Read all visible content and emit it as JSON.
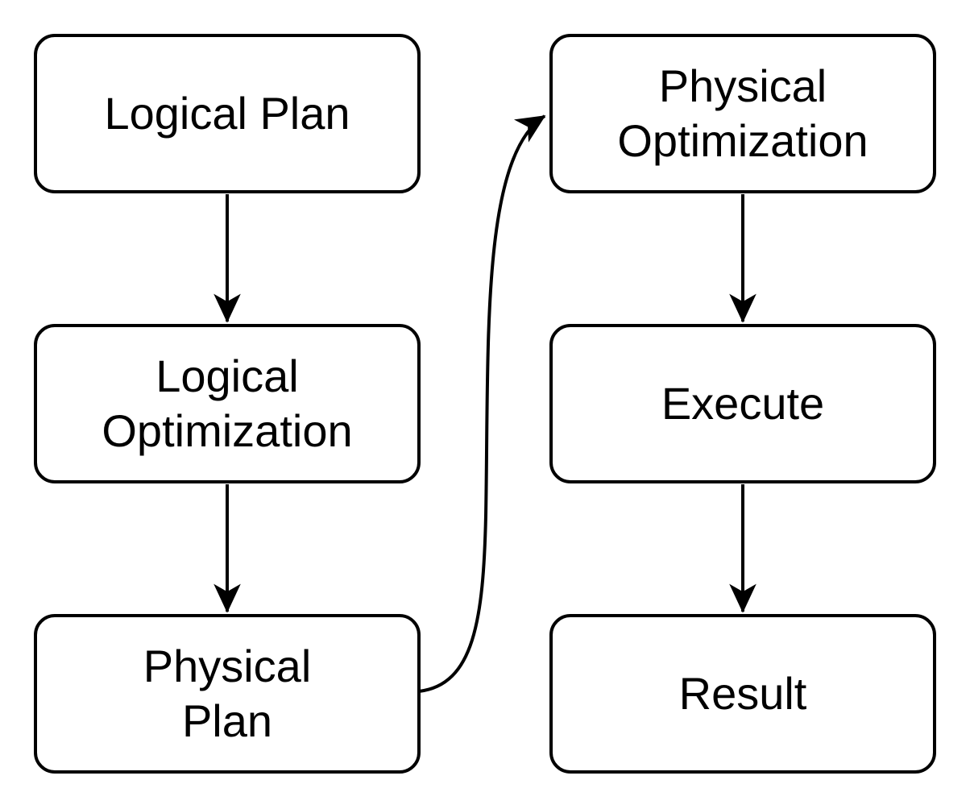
{
  "diagram": {
    "type": "flowchart",
    "background_color": "#ffffff",
    "node_fill_color": "#ffffff",
    "node_stroke_color": "#000000",
    "edge_color": "#000000",
    "text_color": "#000000",
    "nodes": [
      {
        "id": "logical-plan",
        "label": "Logical Plan"
      },
      {
        "id": "logical-optimization",
        "label": "Logical\nOptimization"
      },
      {
        "id": "physical-plan",
        "label": "Physical\nPlan"
      },
      {
        "id": "physical-optimization",
        "label": "Physical\nOptimization"
      },
      {
        "id": "execute",
        "label": "Execute"
      },
      {
        "id": "result",
        "label": "Result"
      }
    ],
    "edges": [
      {
        "from": "logical-plan",
        "to": "logical-optimization",
        "style": "straight-arrow"
      },
      {
        "from": "logical-optimization",
        "to": "physical-plan",
        "style": "straight-arrow"
      },
      {
        "from": "physical-plan",
        "to": "physical-optimization",
        "style": "curved-arrow"
      },
      {
        "from": "physical-optimization",
        "to": "execute",
        "style": "straight-arrow"
      },
      {
        "from": "execute",
        "to": "result",
        "style": "straight-arrow"
      }
    ]
  }
}
